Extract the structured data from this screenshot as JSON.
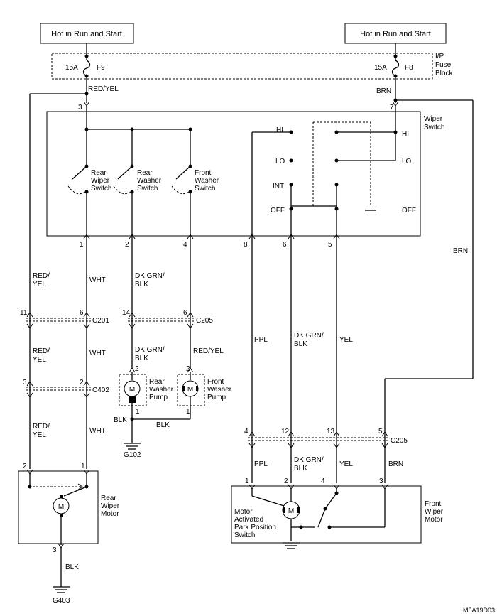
{
  "power": {
    "left": "Hot in Run and Start",
    "right": "Hot in Run and Start"
  },
  "fuse_block": {
    "label_lines": [
      "I/P",
      "Fuse",
      "Block"
    ],
    "left_fuse": {
      "rating": "15A",
      "id": "F9"
    },
    "right_fuse": {
      "rating": "15A",
      "id": "F8"
    }
  },
  "wiper_switch": {
    "label_lines": [
      "Wiper",
      "Switch"
    ],
    "positions": [
      "HI",
      "LO",
      "INT",
      "OFF"
    ],
    "positions_right": [
      "HI",
      "LO",
      "OFF"
    ],
    "rear_wiper": [
      "Rear",
      "Wiper",
      "Switch"
    ],
    "rear_washer": [
      "Rear",
      "Washer",
      "Switch"
    ],
    "front_washer": [
      "Front",
      "Washer",
      "Switch"
    ]
  },
  "pins": {
    "ws3": "3",
    "ws7": "7",
    "ws1": "1",
    "ws2": "2",
    "ws4": "4",
    "ws8": "8",
    "ws6": "6",
    "ws5": "5",
    "c201_a": "11",
    "c201_b": "6",
    "c205a_a": "14",
    "c205a_b": "6",
    "c402_a": "3",
    "c402_b": "2",
    "pump_r_top": "2",
    "pump_r_bot": "1",
    "pump_f_top": "2",
    "pump_f_bot": "1",
    "c205b_a": "4",
    "c205b_b": "12",
    "c205b_c": "13",
    "c205b_d": "5",
    "fm1": "1",
    "fm2": "2",
    "fm4": "4",
    "fm3": "3",
    "rm2": "2",
    "rm1": "1",
    "rm3": "3"
  },
  "connectors": {
    "c201": "C201",
    "c205_upper": "C205",
    "c402": "C402",
    "c205_lower": "C205"
  },
  "wires": {
    "red_yel_top": "RED/YEL",
    "brn_top": "BRN",
    "red_yel_1": [
      "RED/",
      "YEL"
    ],
    "red_yel_2": [
      "RED/",
      "YEL"
    ],
    "red_yel_3": [
      "RED/",
      "YEL"
    ],
    "wht_1": "WHT",
    "wht_2": "WHT",
    "wht_3": "WHT",
    "dkgrn_blk_1": [
      "DK GRN/",
      "BLK"
    ],
    "dkgrn_blk_2": [
      "DK GRN/",
      "BLK"
    ],
    "red_yel_pump": "RED/YEL",
    "blk_left": "BLK",
    "blk_mid": "BLK",
    "brn_right": "BRN",
    "ppl_1": "PPL",
    "dkgrn_blk_3": [
      "DK GRN/",
      "BLK"
    ],
    "yel_1": "YEL",
    "ppl_2": "PPL",
    "dkgrn_blk_4": [
      "DK GRN/",
      "BLK"
    ],
    "yel_2": "YEL",
    "brn_2": "BRN",
    "blk_bottom": "BLK"
  },
  "components": {
    "rear_washer_pump": [
      "Rear",
      "Washer",
      "Pump"
    ],
    "front_washer_pump": [
      "Front",
      "Washer",
      "Pump"
    ],
    "motor_symbol": "M",
    "rear_wiper_motor": [
      "Rear",
      "Wiper",
      "Motor"
    ],
    "front_wiper_motor": [
      "Front",
      "Wiper",
      "Motor"
    ],
    "park_switch": [
      "Motor",
      "Activated",
      "Park Position",
      "Switch"
    ]
  },
  "grounds": {
    "g102": "G102",
    "g403": "G403"
  },
  "figure_code": "M5A19D03"
}
